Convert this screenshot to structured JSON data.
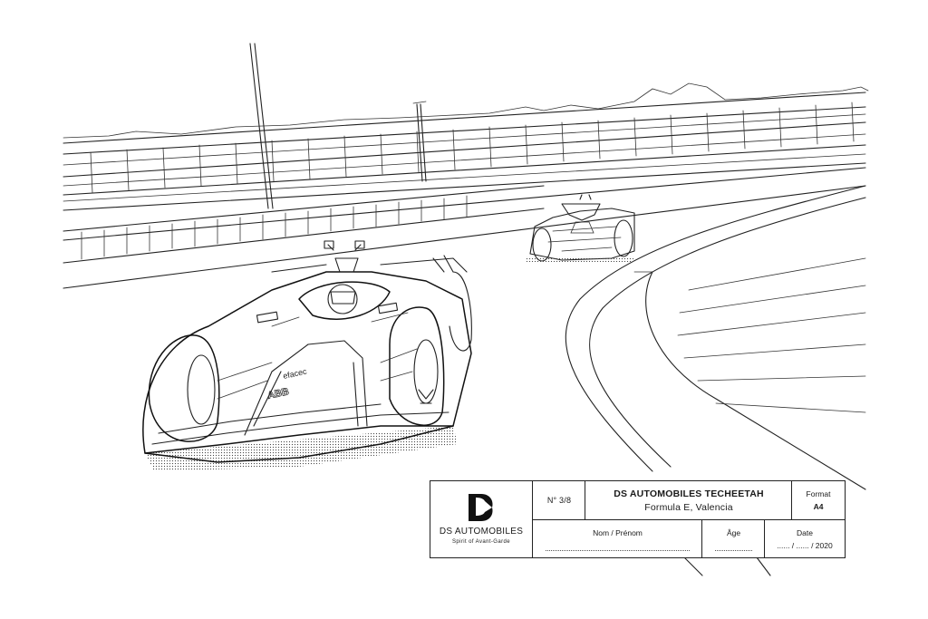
{
  "artwork": {
    "description_icon": "formula-e-race-line-art",
    "colors": {
      "line": "#222222",
      "background": "#ffffff"
    }
  },
  "title_block": {
    "logo": {
      "icon": "ds-logo-icon",
      "brand": "DS AUTOMOBILES",
      "tagline": "Spirit of Avant-Garde"
    },
    "number": "N° 3/8",
    "team": "DS AUTOMOBILES TECHEETAH",
    "event": "Formula E, Valencia",
    "format_label": "Format",
    "format_value": "A4",
    "name_label": "Nom / Prénom",
    "age_label": "Âge",
    "date_label": "Date",
    "date_value": "...... / ...... / 2020"
  },
  "car_decals": {
    "sponsor": "efacec",
    "partner": "ABB"
  }
}
